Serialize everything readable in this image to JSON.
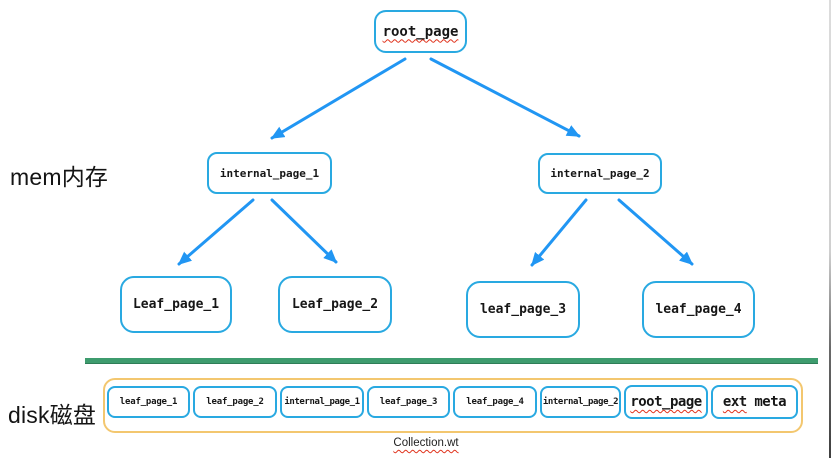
{
  "labels": {
    "mem_zone": "mem内存",
    "disk_zone": "disk磁盘",
    "collection_file": "Collection.wt"
  },
  "tree": {
    "root": {
      "label": "root_page"
    },
    "internals": [
      {
        "label": "internal_page_1"
      },
      {
        "label": "internal_page_2"
      }
    ],
    "leaves": [
      {
        "label": "Leaf_page_1"
      },
      {
        "label": "Leaf_page_2"
      },
      {
        "label": "leaf_page_3"
      },
      {
        "label": "leaf_page_4"
      }
    ]
  },
  "disk_row": {
    "pages": [
      {
        "label": "leaf_page_1"
      },
      {
        "label": "leaf_page_2"
      },
      {
        "label": "internal_page_1"
      },
      {
        "label": "leaf_page_3"
      },
      {
        "label": "leaf_page_4"
      },
      {
        "label": "internal_page_2"
      },
      {
        "label": "root_page"
      },
      {
        "label": "ext meta",
        "word1": "ext",
        "word2": "meta"
      }
    ]
  },
  "colors": {
    "node_border": "#29a9e1",
    "arrow": "#2196f3",
    "divider_green": "#3e9c6e",
    "disk_container_border": "#f3c76f",
    "spellcheck_red": "#e0321c"
  }
}
